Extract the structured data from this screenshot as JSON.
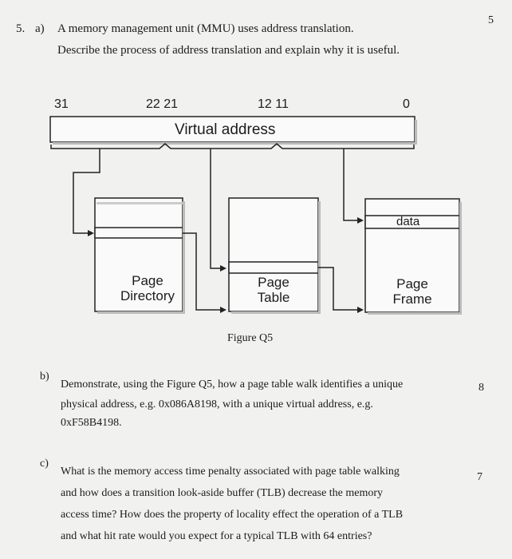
{
  "question": {
    "number": "5.",
    "total_marks": "5"
  },
  "part_a": {
    "label": "a)",
    "line1": "A memory management unit (MMU) uses address translation.",
    "line2": "Describe the process of address translation and explain why it is useful."
  },
  "figure": {
    "bits": {
      "b31": "31",
      "b22_21": "22 21",
      "b12_11": "12 11",
      "b0": "0"
    },
    "virtual_address_label": "Virtual address",
    "page_directory": [
      "Page",
      "Directory"
    ],
    "page_table": [
      "Page",
      "Table"
    ],
    "page_frame": [
      "Page",
      "Frame"
    ],
    "data_label": "data",
    "caption": "Figure Q5"
  },
  "part_b": {
    "label": "b)",
    "marks": "8",
    "line1": "Demonstrate, using the Figure Q5, how a page table walk identifies a unique",
    "line2": "physical address, e.g. 0x086A8198, with a unique virtual address, e.g.",
    "line3": "0xF58B4198."
  },
  "part_c": {
    "label": "c)",
    "marks": "7",
    "line1": "What is the memory access time penalty associated with page table walking",
    "line2": "and how does a transition look-aside buffer (TLB) decrease the memory",
    "line3": "access time? How does the property of locality effect the operation of a TLB",
    "line4": "and what hit rate would you expect for a typical TLB with 64 entries?"
  }
}
